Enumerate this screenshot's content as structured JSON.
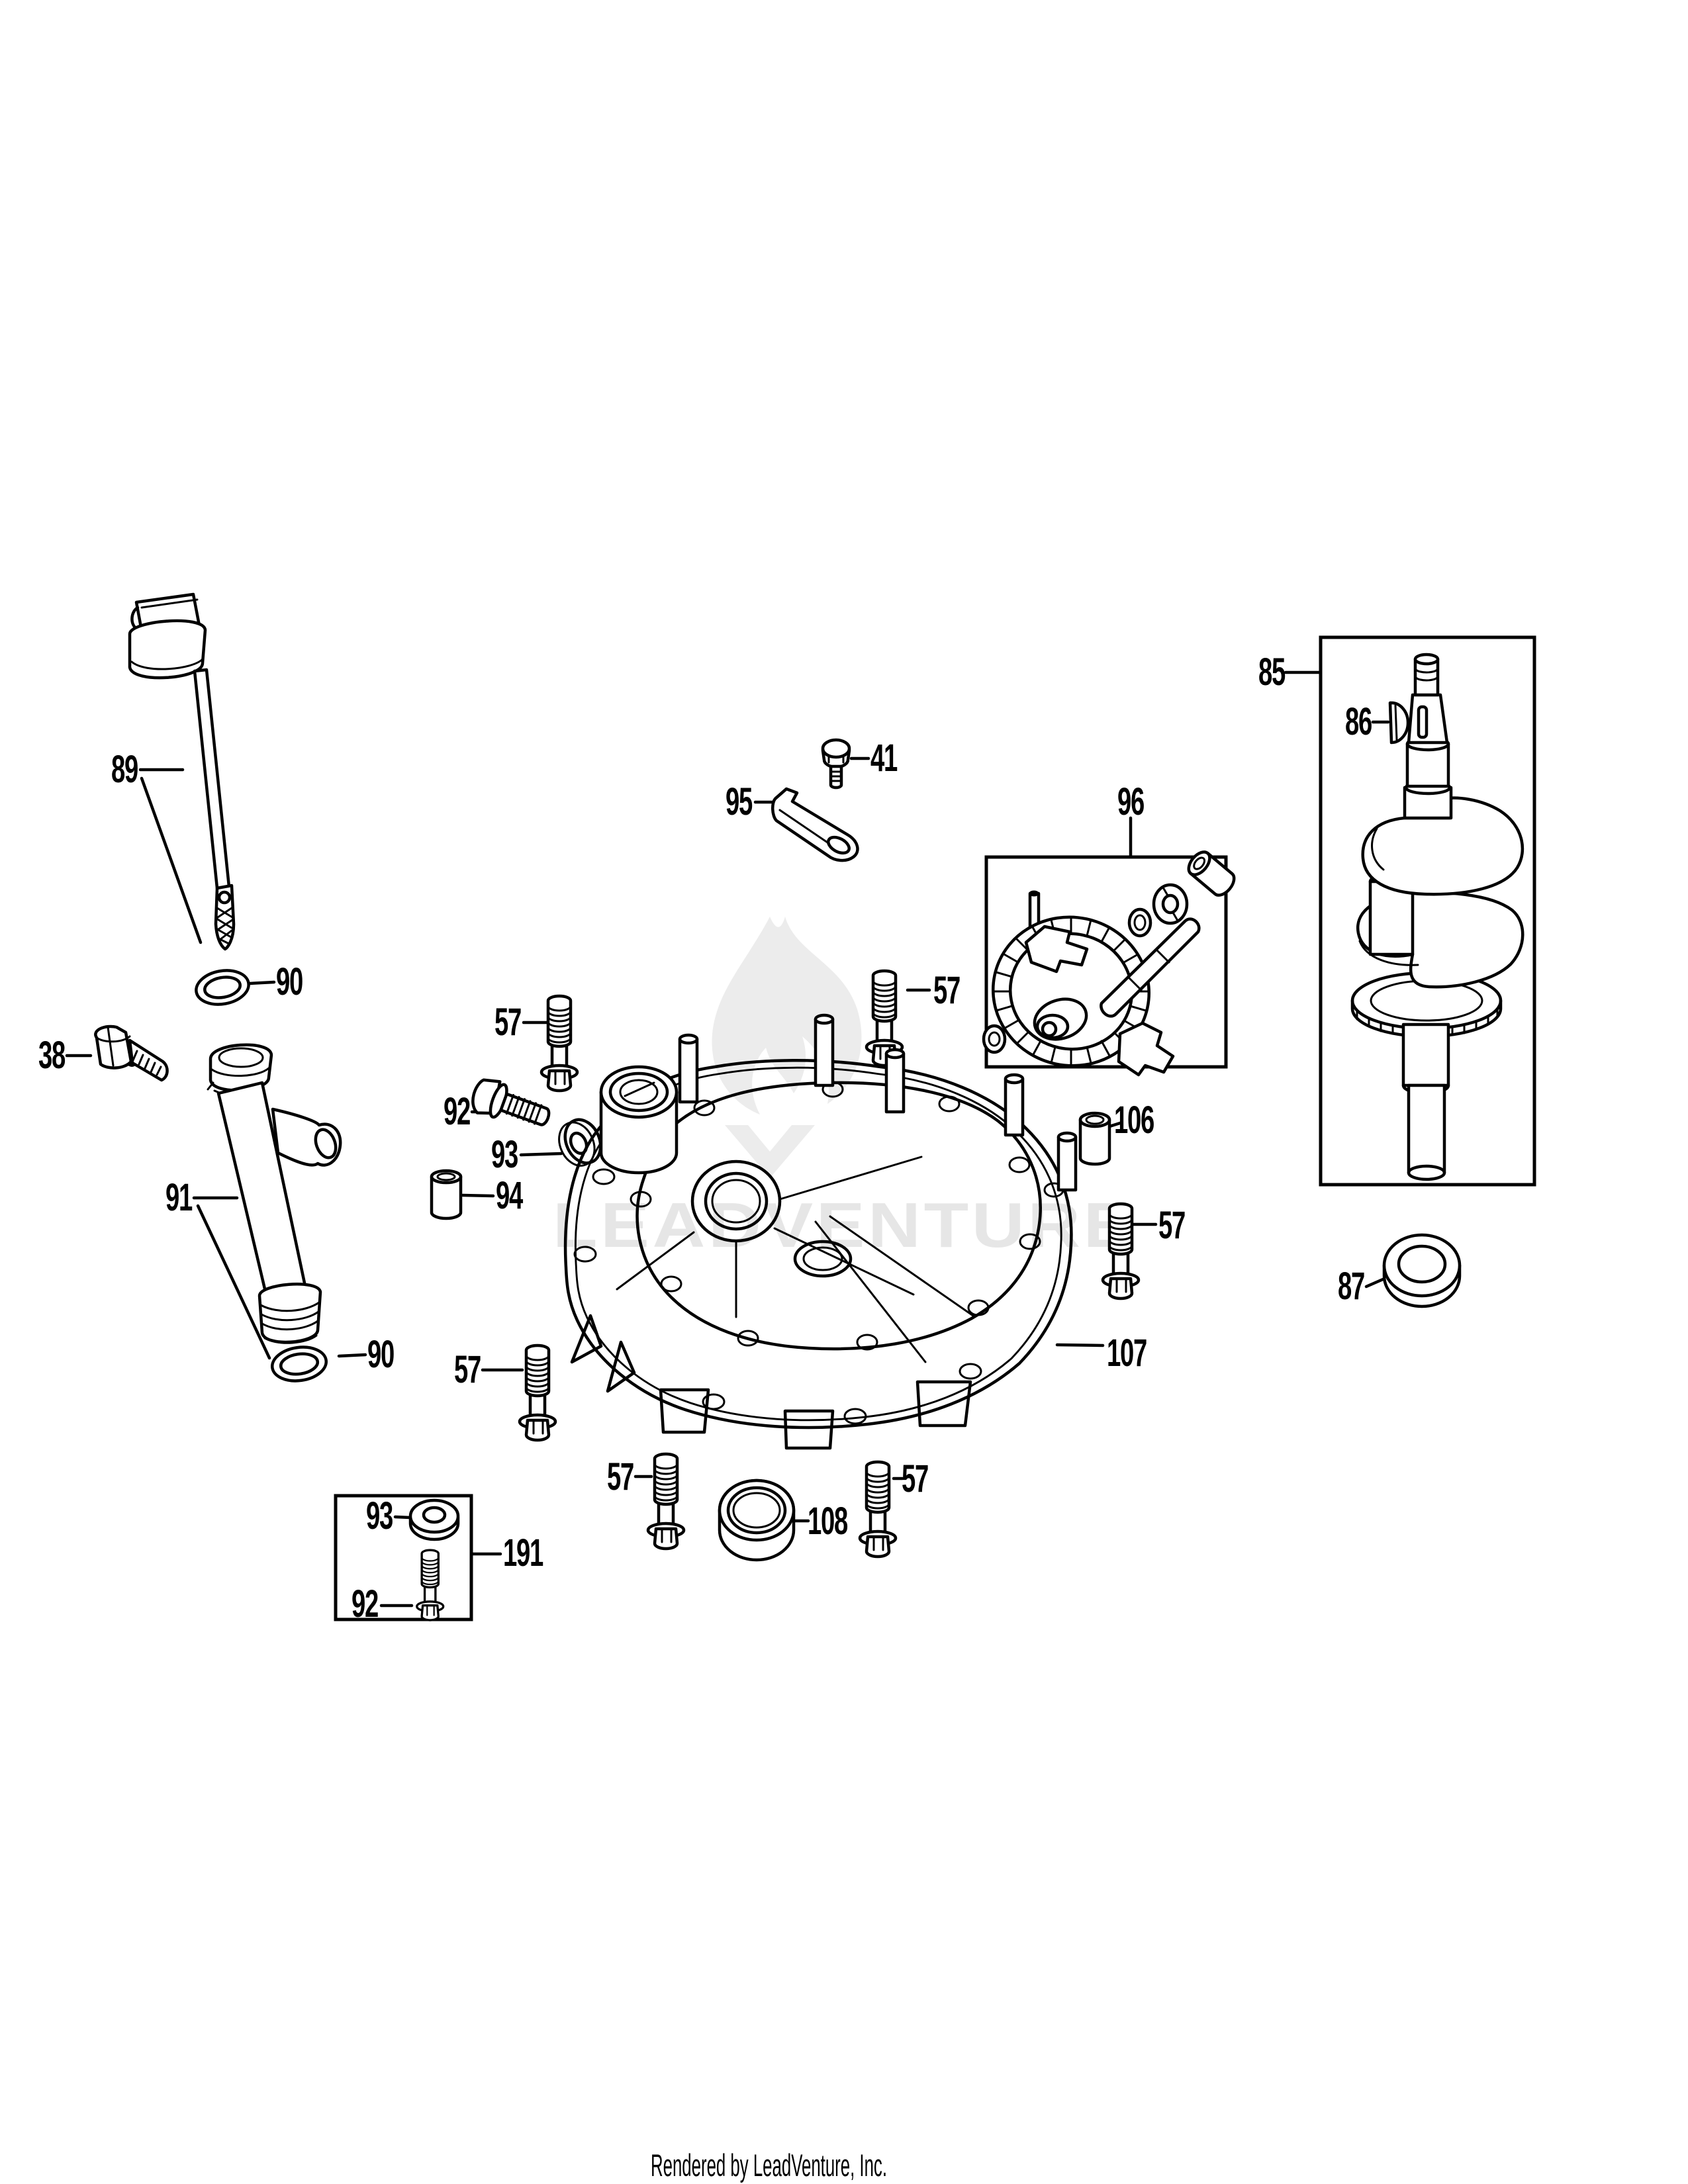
{
  "page": {
    "background_color": "#ffffff",
    "line_color": "#000000",
    "watermark_color": "#e6e6e6"
  },
  "watermark": {
    "text": "LEADVENTURE",
    "logo_icon": "flame-logo"
  },
  "footer": {
    "text": "Rendered by LeadVenture, Inc."
  },
  "diagram": {
    "type": "exploded-parts-diagram",
    "callouts": [
      {
        "text": "85"
      },
      {
        "text": "86"
      },
      {
        "text": "87"
      },
      {
        "text": "89"
      },
      {
        "text": "90"
      },
      {
        "text": "38"
      },
      {
        "text": "91"
      },
      {
        "text": "90"
      },
      {
        "text": "57"
      },
      {
        "text": "92"
      },
      {
        "text": "93"
      },
      {
        "text": "94"
      },
      {
        "text": "41"
      },
      {
        "text": "95"
      },
      {
        "text": "96"
      },
      {
        "text": "57"
      },
      {
        "text": "106"
      },
      {
        "text": "57"
      },
      {
        "text": "107"
      },
      {
        "text": "57"
      },
      {
        "text": "57"
      },
      {
        "text": "108"
      },
      {
        "text": "57"
      },
      {
        "text": "191"
      },
      {
        "text": "93"
      },
      {
        "text": "92"
      }
    ]
  }
}
